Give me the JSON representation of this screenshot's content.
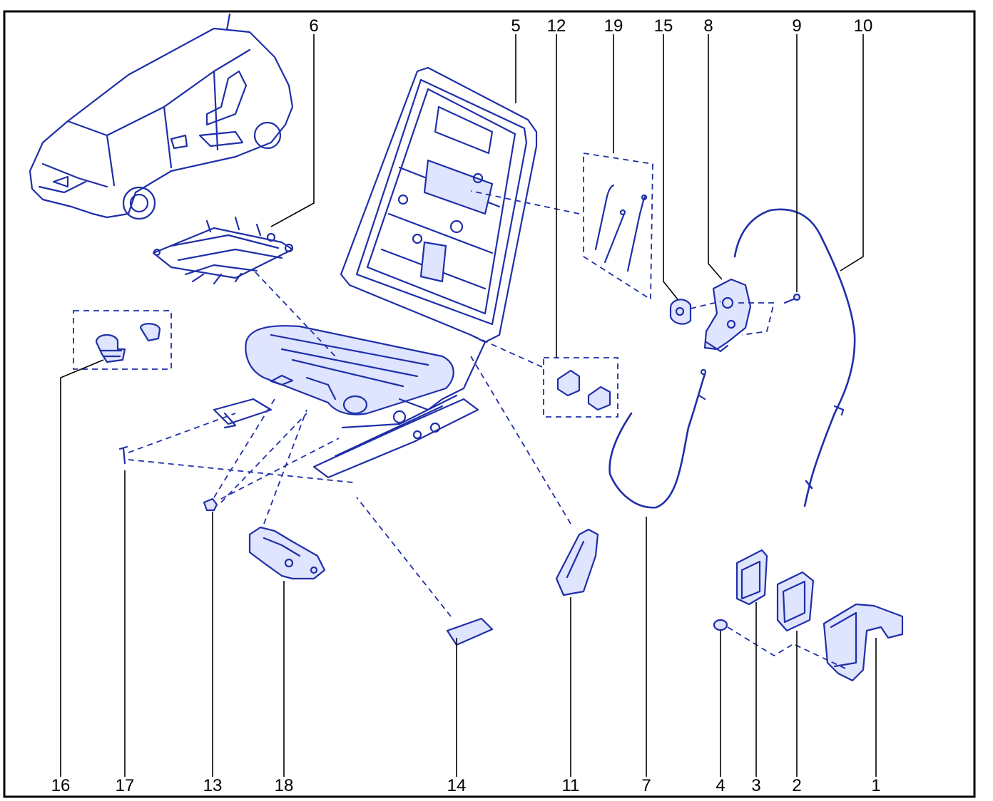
{
  "callouts": {
    "c1": "1",
    "c2": "2",
    "c3": "3",
    "c4": "4",
    "c5": "5",
    "c6": "6",
    "c7": "7",
    "c8": "8",
    "c9": "9",
    "c10": "10",
    "c11": "11",
    "c12": "12",
    "c13": "13",
    "c14": "14",
    "c15": "15",
    "c16": "16",
    "c17": "17",
    "c18": "18",
    "c19": "19"
  },
  "colors": {
    "line": "#1f2fa8",
    "fill": "#dfe4ff",
    "leader": "#000000"
  }
}
